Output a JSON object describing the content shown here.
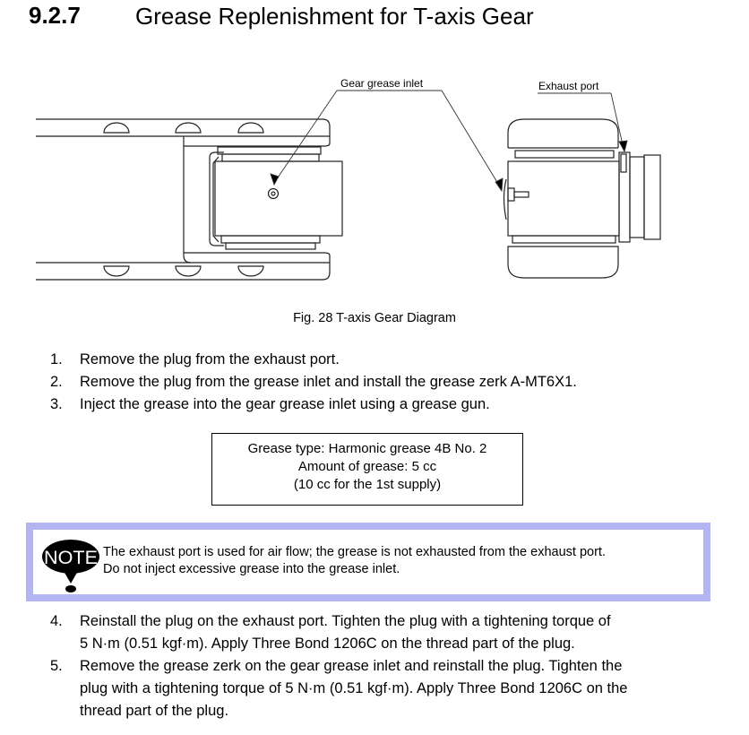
{
  "section": {
    "number": "9.2.7",
    "title": "Grease Replenishment for T-axis Gear"
  },
  "figure": {
    "labels": {
      "gear_grease_inlet": "Gear grease inlet",
      "exhaust_port": "Exhaust port"
    },
    "caption": "Fig. 28  T-axis Gear Diagram"
  },
  "steps_a": [
    {
      "num": "1.",
      "text": "Remove the plug from the exhaust port."
    },
    {
      "num": "2.",
      "text": "Remove the plug from the grease inlet and install the grease zerk A-MT6X1."
    },
    {
      "num": "3.",
      "text": "Inject the grease into the gear grease inlet using a grease gun."
    }
  ],
  "spec": {
    "line1": "Grease type: Harmonic grease 4B No. 2",
    "line2": "Amount of grease: 5 cc",
    "line3": "(10 cc for the 1st supply)"
  },
  "note": {
    "icon_label": "NOTE",
    "line1": "The exhaust port is used for air flow; the grease is not exhausted from the exhaust port.",
    "line2": "Do not inject excessive grease into the grease inlet.",
    "border_color": "#b3b5f2"
  },
  "steps_b": [
    {
      "num": "4.",
      "line1": "Reinstall the plug on the exhaust port.  Tighten the plug with a tightening torque of",
      "line2": "5 N·m (0.51 kgf·m).  Apply Three Bond 1206C on the thread part of the plug."
    },
    {
      "num": "5.",
      "line1": "Remove the grease zerk on the gear grease inlet and reinstall the plug.  Tighten the",
      "line2": "plug with a tightening torque of 5 N·m (0.51 kgf·m).  Apply Three Bond 1206C on the",
      "line3": "thread part of the plug."
    }
  ]
}
